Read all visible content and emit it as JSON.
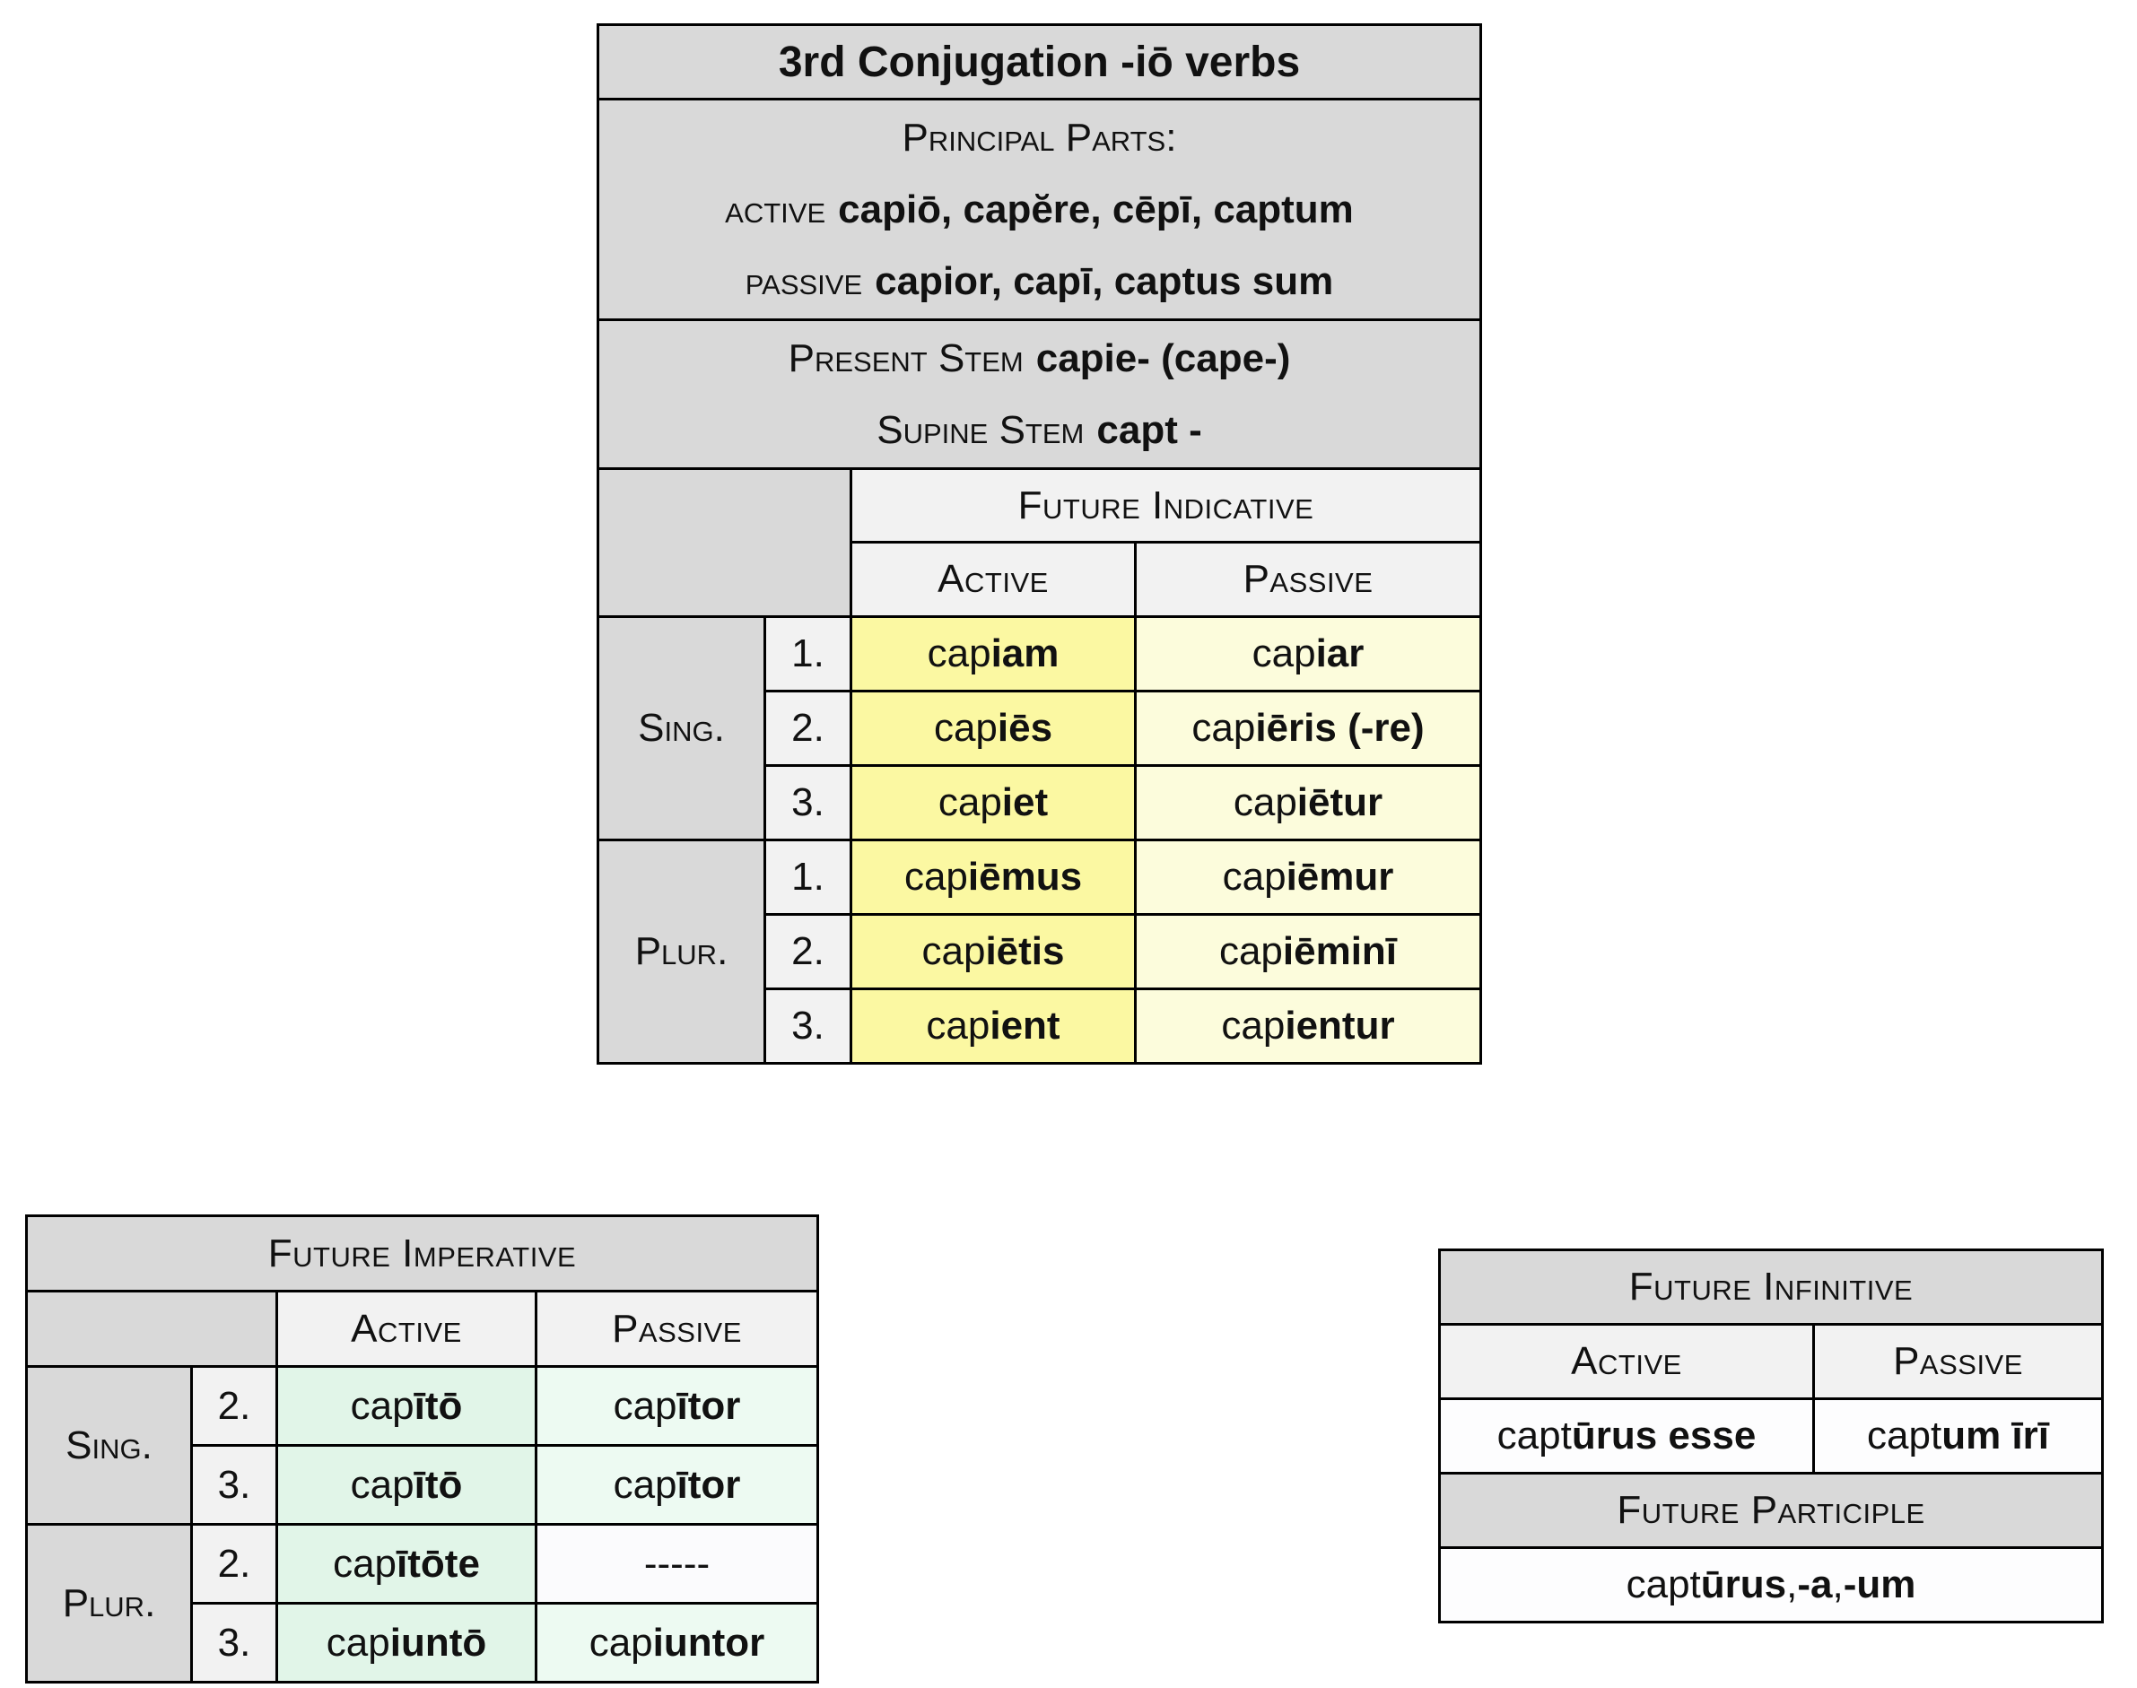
{
  "colors": {
    "table_gray": "#d9d9d9",
    "header_light": "#f2f2f2",
    "indicative_active_bg": "#fbf8a2",
    "indicative_passive_bg": "#fcfcdc",
    "imperative_active_bg": "#e1f5e8",
    "imperative_passive_bg": "#edfaf2",
    "blank_cell_bg": "#fbfbfd",
    "infinitive_cell_bg": "#fdfdfe",
    "border_black": "#000000"
  },
  "indicative_table": {
    "title": "3rd Conjugation -iō verbs",
    "principal_parts_heading": "Principal Parts:",
    "principal_parts": [
      {
        "label": "active",
        "forms": "capiō, capĕre, cēpī, captum"
      },
      {
        "label": "passive",
        "forms": "capior, capī, captus sum"
      }
    ],
    "stems": [
      {
        "label": "Present Stem",
        "value": "capie- (cape-)"
      },
      {
        "label": "Supine Stem",
        "value": "capt -"
      }
    ],
    "section_header": "Future Indicative",
    "columns": {
      "active": "Active",
      "passive": "Passive"
    },
    "groups": [
      {
        "label": "Sing.",
        "rows": [
          {
            "num": "1.",
            "active": [
              {
                "t": "cap"
              },
              {
                "t": "iam",
                "b": true
              }
            ],
            "passive": [
              {
                "t": "cap"
              },
              {
                "t": "iar",
                "b": true
              }
            ]
          },
          {
            "num": "2.",
            "active": [
              {
                "t": "cap"
              },
              {
                "t": "iēs",
                "b": true
              }
            ],
            "passive": [
              {
                "t": "cap"
              },
              {
                "t": "iēris (-re)",
                "b": true
              }
            ]
          },
          {
            "num": "3.",
            "active": [
              {
                "t": "cap"
              },
              {
                "t": "iet",
                "b": true
              }
            ],
            "passive": [
              {
                "t": "cap"
              },
              {
                "t": "iētur",
                "b": true
              }
            ]
          }
        ]
      },
      {
        "label": "Plur.",
        "rows": [
          {
            "num": "1.",
            "active": [
              {
                "t": "cap"
              },
              {
                "t": "iēmus",
                "b": true
              }
            ],
            "passive": [
              {
                "t": "cap"
              },
              {
                "t": "iēmur",
                "b": true
              }
            ]
          },
          {
            "num": "2.",
            "active": [
              {
                "t": "cap"
              },
              {
                "t": "iētis",
                "b": true
              }
            ],
            "passive": [
              {
                "t": "cap"
              },
              {
                "t": "iēminī",
                "b": true
              }
            ]
          },
          {
            "num": "3.",
            "active": [
              {
                "t": "cap"
              },
              {
                "t": "ient",
                "b": true
              }
            ],
            "passive": [
              {
                "t": "cap"
              },
              {
                "t": "ientur",
                "b": true
              }
            ]
          }
        ]
      }
    ]
  },
  "imperative_table": {
    "title": "Future Imperative",
    "columns": {
      "active": "Active",
      "passive": "Passive"
    },
    "groups": [
      {
        "label": "Sing.",
        "rows": [
          {
            "num": "2.",
            "active": [
              {
                "t": "cap"
              },
              {
                "t": "ītō",
                "b": true
              }
            ],
            "passive": [
              {
                "t": "cap"
              },
              {
                "t": "ītor",
                "b": true
              }
            ]
          },
          {
            "num": "3.",
            "active": [
              {
                "t": "cap"
              },
              {
                "t": "ītō",
                "b": true
              }
            ],
            "passive": [
              {
                "t": "cap"
              },
              {
                "t": "ītor",
                "b": true
              }
            ]
          }
        ]
      },
      {
        "label": "Plur.",
        "rows": [
          {
            "num": "2.",
            "active": [
              {
                "t": "cap"
              },
              {
                "t": "ītōte",
                "b": true
              }
            ],
            "passive": [
              {
                "t": "-----"
              }
            ],
            "passive_blank": true
          },
          {
            "num": "3.",
            "active": [
              {
                "t": "cap"
              },
              {
                "t": "iuntō",
                "b": true
              }
            ],
            "passive": [
              {
                "t": "cap"
              },
              {
                "t": "iuntor",
                "b": true
              }
            ]
          }
        ]
      }
    ]
  },
  "infinitive_table": {
    "title": "Future Infinitive",
    "columns": {
      "active": "Active",
      "passive": "Passive"
    },
    "active_form": [
      {
        "t": "capt"
      },
      {
        "t": "ūrus esse",
        "b": true
      }
    ],
    "passive_form": [
      {
        "t": "capt"
      },
      {
        "t": "um īrī",
        "b": true
      }
    ],
    "participle_title": "Future Participle",
    "participle_form": [
      {
        "t": "capt"
      },
      {
        "t": "ūrus",
        "b": true
      },
      {
        "t": ", "
      },
      {
        "t": "-a",
        "b": true
      },
      {
        "t": ", "
      },
      {
        "t": "-um",
        "b": true
      }
    ]
  }
}
